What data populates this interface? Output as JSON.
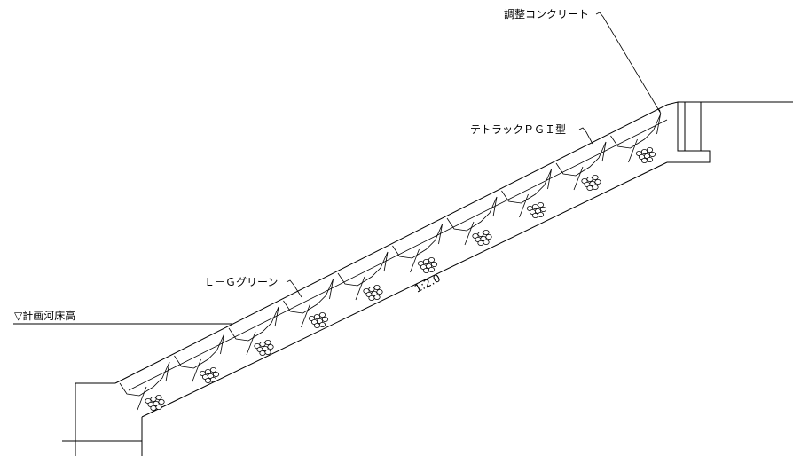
{
  "labels": {
    "adjust_concrete": "調整コンクリート",
    "tetrack": "テトラックＰＧＩ型",
    "lg_green": "Ｌ－Ｇグリーン",
    "slope_ratio": "1:2.0",
    "riverbed": "▽計画河床高"
  }
}
